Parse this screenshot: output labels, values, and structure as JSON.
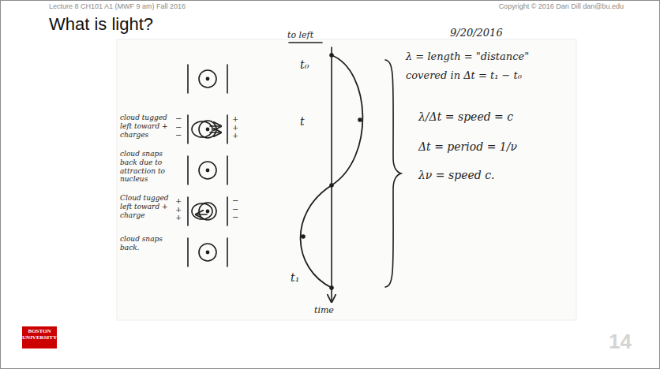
{
  "diagram": {
    "title": "What is light?",
    "labels": [
      "Lecture 8 CH101 A1 (MWF 9 am) Fall 2016",
      "Copyright © 2016 Dan Dill dan@bu.edu",
      "to left",
      "9/20/2016",
      "cloud tugged left toward + charges",
      "cloud snaps back due to attraction to nucleus",
      "Cloud tugged left toward + charge",
      "cloud snaps back.",
      "− − −",
      "+ + +",
      "+ + +",
      "− − −",
      "t₀",
      "t",
      "t₁",
      "time",
      "λ = length = \"distance\"",
      "covered in Δt = t₁ − t₀",
      "λ/Δt = speed = c",
      "Δt = period = 1/ν",
      "λν = speed c.",
      "BOSTON UNIVERSITY",
      "14"
    ]
  }
}
